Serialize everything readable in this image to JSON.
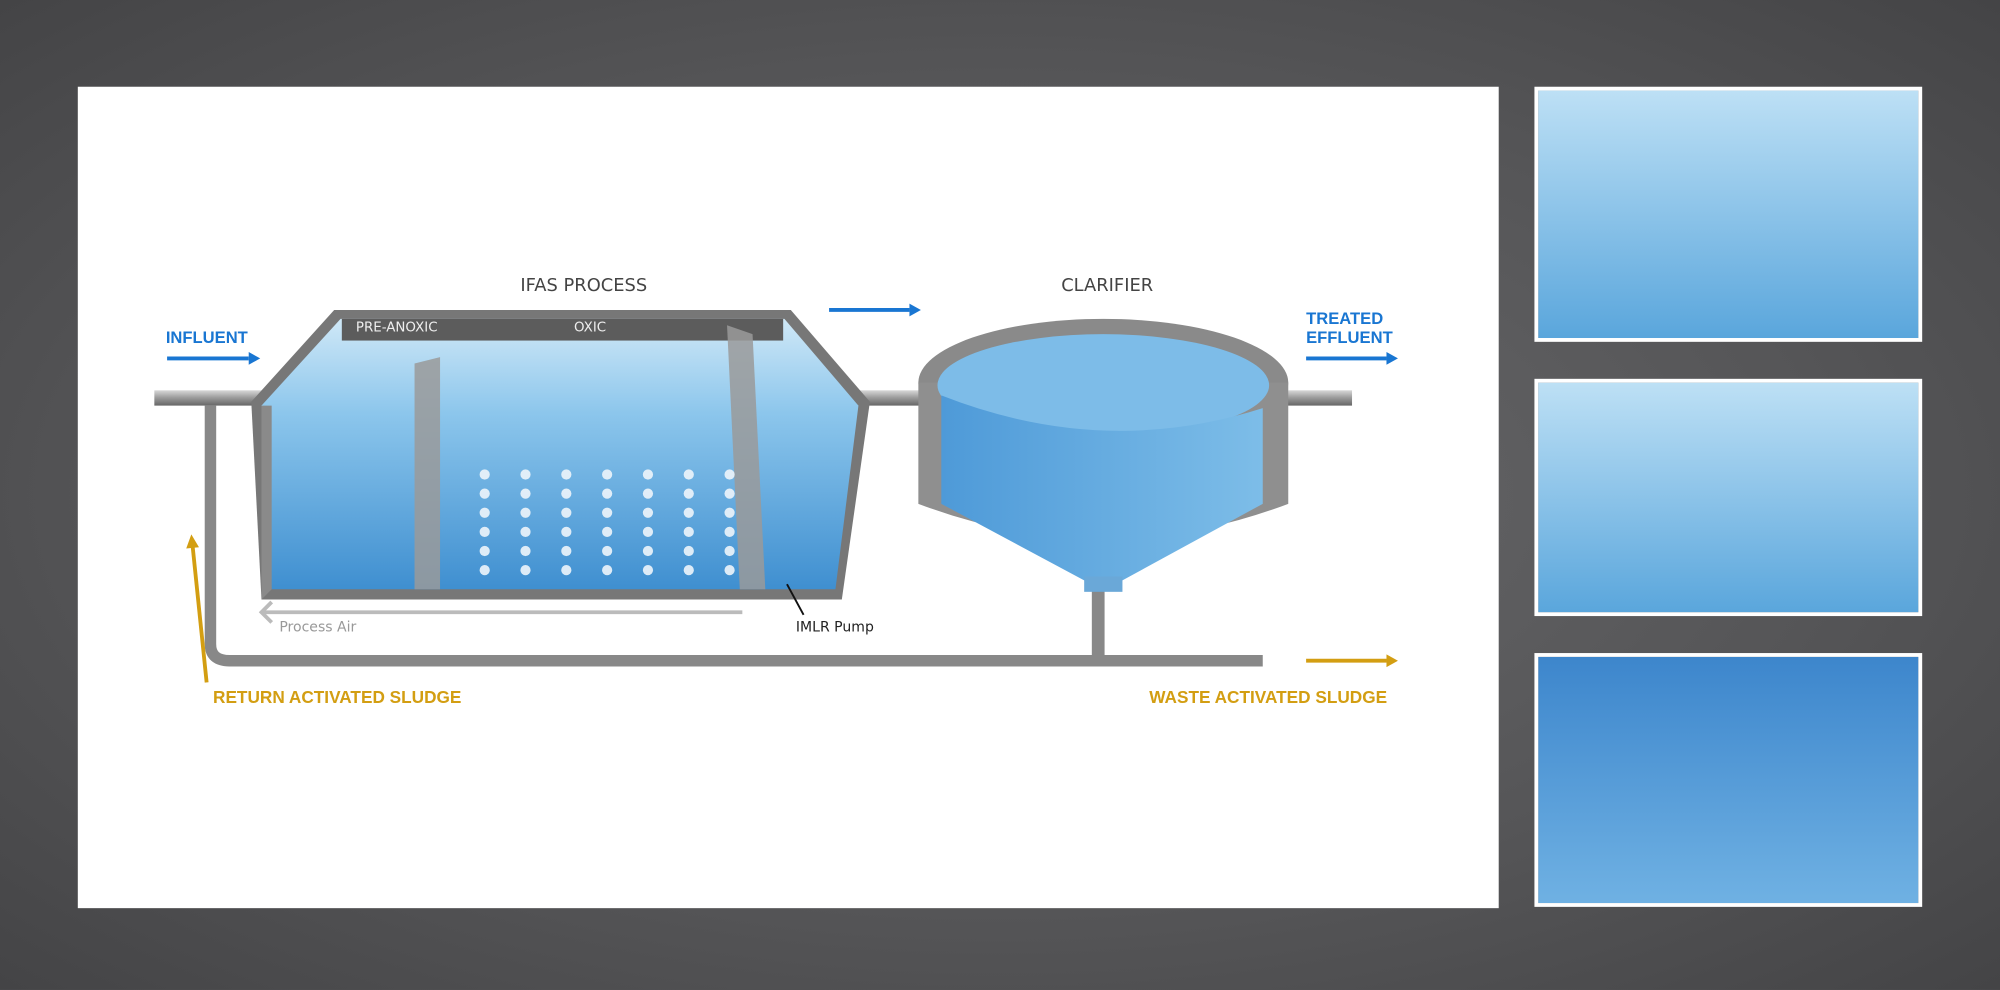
{
  "diagram": {
    "process_title": "IFAS PROCESS",
    "clarifier_title": "CLARIFIER",
    "zone_pre_anoxic": "PRE-ANOXIC",
    "zone_oxic": "OXIC",
    "influent": "INFLUENT",
    "treated_effluent_line1": "TREATED",
    "treated_effluent_line2": "EFFLUENT",
    "return_sludge": "RETURN ACTIVATED SLUDGE",
    "waste_sludge": "WASTE ACTIVATED SLUDGE",
    "process_air": "Process Air",
    "imlr_pump": "IMLR Pump"
  },
  "colors": {
    "blue": "#1976d2",
    "gold": "#d39e12",
    "water": "#5aa6dc"
  }
}
